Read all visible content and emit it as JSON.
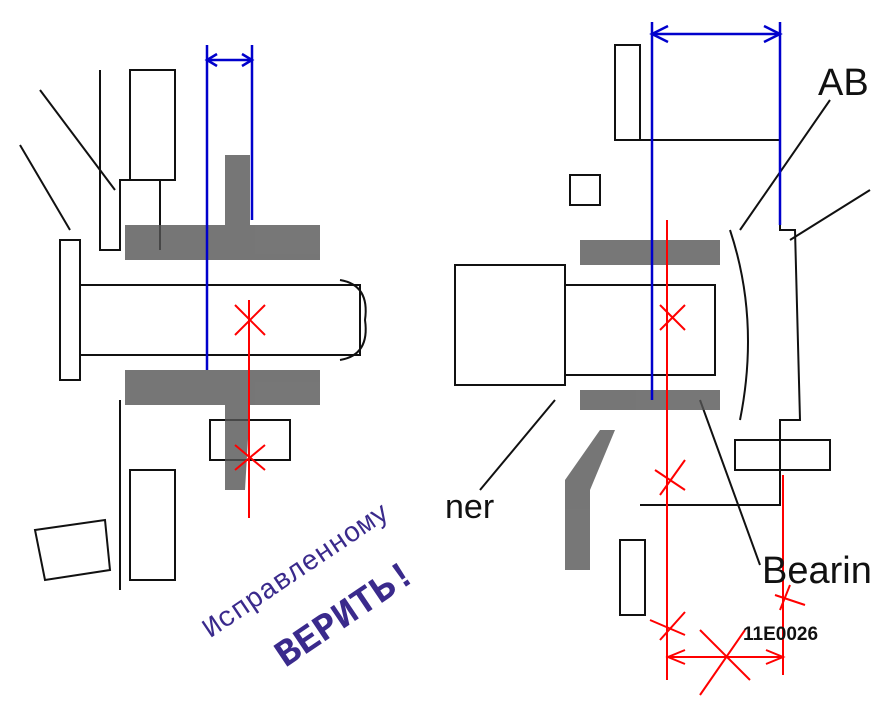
{
  "labels": {
    "abs": "AB",
    "ner": "ner",
    "bearing": "Bearin",
    "figure_code": "11E0026"
  },
  "stamp": {
    "line1": "Исправленному",
    "line2": "ВЕРИТЬ!"
  },
  "colors": {
    "dimension_blue": "#0000cc",
    "correction_red": "#ff0000",
    "stamp": "#3a2a8c",
    "drawing": "#111111"
  }
}
